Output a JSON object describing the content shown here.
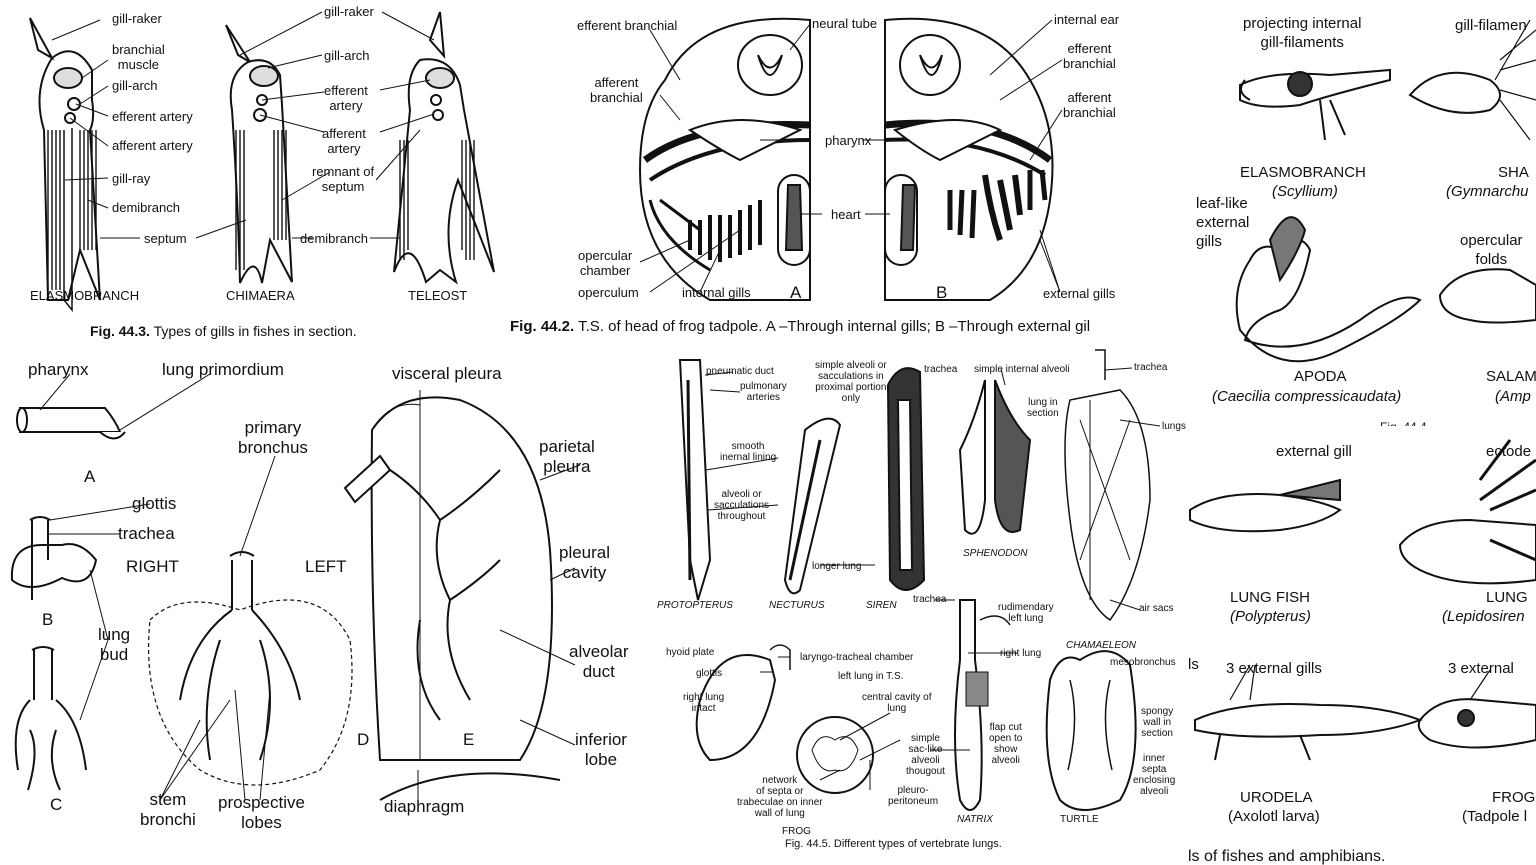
{
  "gills_fig": {
    "caption_num": "Fig. 44.3.",
    "caption_text": "Types of gills in fishes in section.",
    "labels": {
      "gill_raker_1": "gill-raker",
      "branchial_muscle": "branchial\nmuscle",
      "gill_arch_1": "gill-arch",
      "efferent_artery_1": "efferent artery",
      "afferent_artery_1": "afferent artery",
      "gill_ray": "gill-ray",
      "demibranch_1": "demibranch",
      "septum": "septum",
      "gill_raker_2": "gill-raker",
      "gill_arch_2": "gill-arch",
      "efferent_artery_2": "efferent\nartery",
      "afferent_artery_2": "afferent\nartery",
      "remnant_septum": "remnant of\nseptum",
      "demibranch_2": "demibranch"
    },
    "types": [
      "ELASMOBRANCH",
      "CHIMAERA",
      "TELEOST"
    ]
  },
  "tadpole_fig": {
    "caption_num": "Fig. 44.2.",
    "caption_text": "T.S. of head of frog tadpole. A –Through internal gills; B –Through external gil",
    "labels": {
      "efferent_branchial_a": "efferent branchial",
      "afferent_branchial_a": "afferent\nbranchial",
      "neural_tube": "neural tube",
      "internal_ear": "internal ear",
      "efferent_branchial_b": "efferent\nbranchial",
      "afferent_branchial_b": "afferent\nbranchial",
      "pharynx": "pharynx",
      "heart": "heart",
      "opercular_chamber": "opercular\nchamber",
      "operculum": "operculum",
      "internal_gills": "internal gills",
      "external_gills": "external gills",
      "a": "A",
      "b": "B"
    }
  },
  "right_fig": {
    "labels": {
      "projecting": "projecting internal\ngill-filaments",
      "gill_filament": "gill-filamen",
      "elasmobranch": "ELASMOBRANCH",
      "scyllium": "(Scyllium)",
      "sha": "SHA",
      "gymnarchus": "(Gymnarchu",
      "leaf_like": "leaf-like\nexternal\ngills",
      "opercular_folds": "opercular\nfolds",
      "apoda": "APODA",
      "caecilia": "(Caecilia compressicaudata)",
      "salam": "SALAM",
      "amp": "(Amp",
      "fig_frag": "Fig. 44.4.",
      "external_gill": "external gill",
      "ectode": "ectode",
      "lung_fish": "LUNG FISH",
      "polypterus": "(Polypterus)",
      "lung2": "LUNG",
      "lepidosiren": "(Lepidosiren",
      "ls1": "ls",
      "ext3_a": "3 external gills",
      "ext3_b": "3 external",
      "urodela": "URODELA",
      "axolotl": "(Axolotl larva)",
      "frog": "FROG",
      "tadpole": "(Tadpole l",
      "bottom_cap": "ls of fishes and amphibians."
    }
  },
  "lung_dev_fig": {
    "labels": {
      "pharynx": "pharynx",
      "lung_primordium": "lung primordium",
      "a": "A",
      "glottis": "glottis",
      "trachea": "trachea",
      "b": "B",
      "right": "RIGHT",
      "left": "LEFT",
      "lung_bud": "lung\nbud",
      "c": "C",
      "primary_bronchus": "primary\nbronchus",
      "visceral_pleura": "visceral pleura",
      "parietal_pleura": "parietal\npleura",
      "pleural_cavity": "pleural\ncavity",
      "alveolar_duct": "alveolar\nduct",
      "inferior_lobe": "inferior\nlobe",
      "stem_bronchi": "stem\nbronchi",
      "prospective_lobes": "prospective\nlobes",
      "diaphragm": "diaphragm",
      "d": "D",
      "e": "E"
    }
  },
  "vert_lungs_fig": {
    "caption": "Fig. 44.5. Different types of vertebrate lungs.",
    "labels": {
      "pneumatic_duct": "pneumatic duct",
      "pulmonary_arteries": "pulmonary\narteries",
      "simple_alveoli": "simple alveoli or\nsacculations in\nproximal portion\nonly",
      "trachea1": "trachea",
      "simple_internal": "simple internal alveoli",
      "trachea2": "trachea",
      "smooth_lining": "smooth\ninernal lining",
      "alveoli_sacc": "alveoli or\nsacculations\nthroughout",
      "lung_section": "lung in\nsection",
      "lungs": "lungs",
      "longer_lung": "longer lung",
      "sphenodon": "SPHENODON",
      "protopterus": "PROTOPTERUS",
      "necturus": "NECTURUS",
      "siren": "SIREN",
      "trachea3": "trachea",
      "rudimentary": "rudimendary\nleft lung",
      "air_sacs": "air sacs",
      "chamaeleon": "CHAMAELEON",
      "hyoid": "hyoid plate",
      "laryngo": "laryngo-tracheal chamber",
      "glottis": "glottis",
      "left_lung_ts": "left lung in T.S.",
      "right_lung_v": "right lung",
      "mesobronchus": "mesobronchus",
      "right_lung_intact": "right lung\nintact",
      "central_cavity": "central cavity of\nlung",
      "spongy": "spongy\nwall in\nsection",
      "simple_sac": "simple\nsac-like\nalveoli\nthougout",
      "flap_cut": "flap cut\nopen to\nshow\nalveoli",
      "inner_septa": "inner\nsepta\nenclosing\nalveoli",
      "network": "network\nof septa or\ntrabeculae on inner\nwall of lung",
      "pleuro": "pleuro-\nperitoneum",
      "frog": "FROG",
      "natrix": "NATRIX",
      "turtle": "TURTLE"
    }
  }
}
